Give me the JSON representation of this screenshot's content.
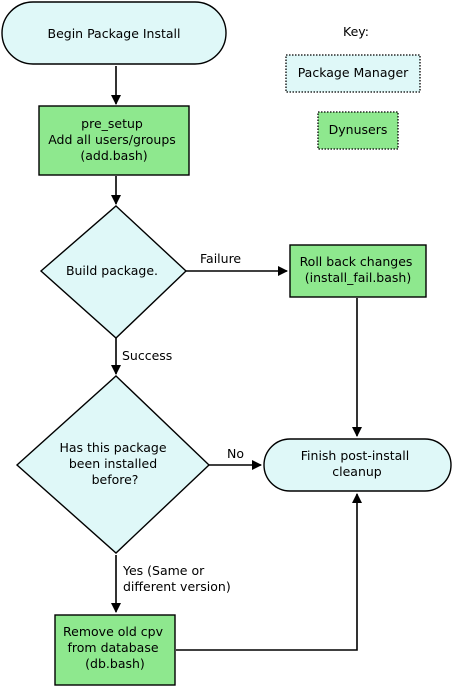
{
  "key": {
    "title": "Key:",
    "package_manager": "Package Manager",
    "dynusers": "Dynusers"
  },
  "nodes": {
    "begin": [
      "Begin Package Install"
    ],
    "pre_setup": [
      "pre_setup",
      "Add all users/groups",
      "(add.bash)"
    ],
    "build": [
      "Build package."
    ],
    "rollback": [
      "Roll back changes",
      "(install_fail.bash)"
    ],
    "installed_before": [
      "Has this package",
      "been installed",
      "before?"
    ],
    "finish": [
      "Finish post-install",
      "cleanup"
    ],
    "remove_old": [
      "Remove old cpv",
      "from database",
      "(db.bash)"
    ]
  },
  "edges": {
    "failure": "Failure",
    "success": "Success",
    "no": "No",
    "yes": [
      "Yes (Same or",
      "different version)"
    ]
  },
  "colors": {
    "package_manager_fill": "#dff8f8",
    "dynusers_fill": "#8ee88e",
    "line": "#000000"
  }
}
